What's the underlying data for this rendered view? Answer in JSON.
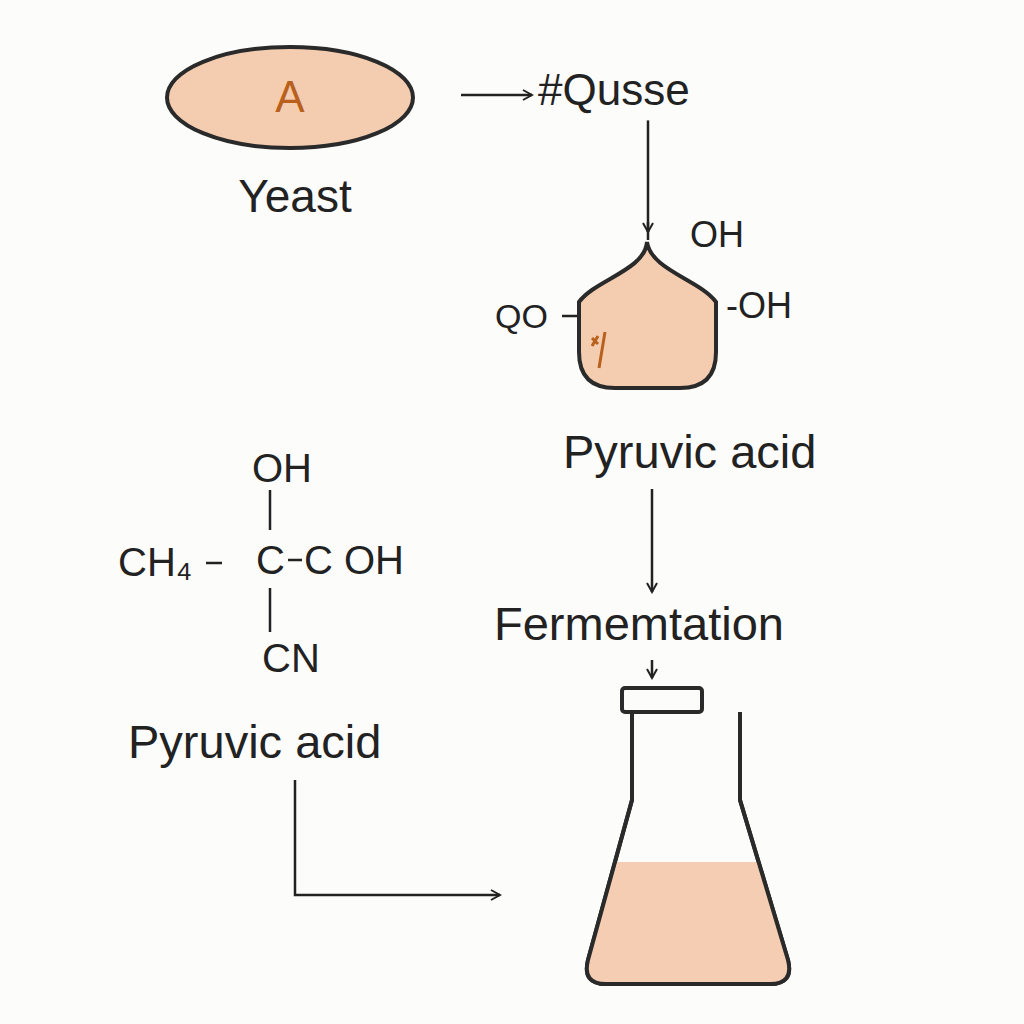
{
  "diagram": {
    "nodes": [
      {
        "text": [
          "A",
          "Yeast"
        ]
      },
      {
        "text": [
          "#Qusse"
        ]
      },
      {
        "text": [
          "Pyruvic acid"
        ]
      },
      {
        "text": [
          "Fermemtation"
        ]
      }
    ],
    "edges": [
      {
        "from": 0,
        "to": 1,
        "arrow": "to"
      },
      {
        "from": 1,
        "to": 2,
        "arrow": "to"
      },
      {
        "from": 2,
        "to": 3,
        "arrow": "to"
      }
    ],
    "labels": [
      "OH",
      "QO",
      "-OH",
      "OH",
      "CH₄",
      "C",
      "C OH",
      "CN",
      "Pyruvic acid"
    ]
  }
}
